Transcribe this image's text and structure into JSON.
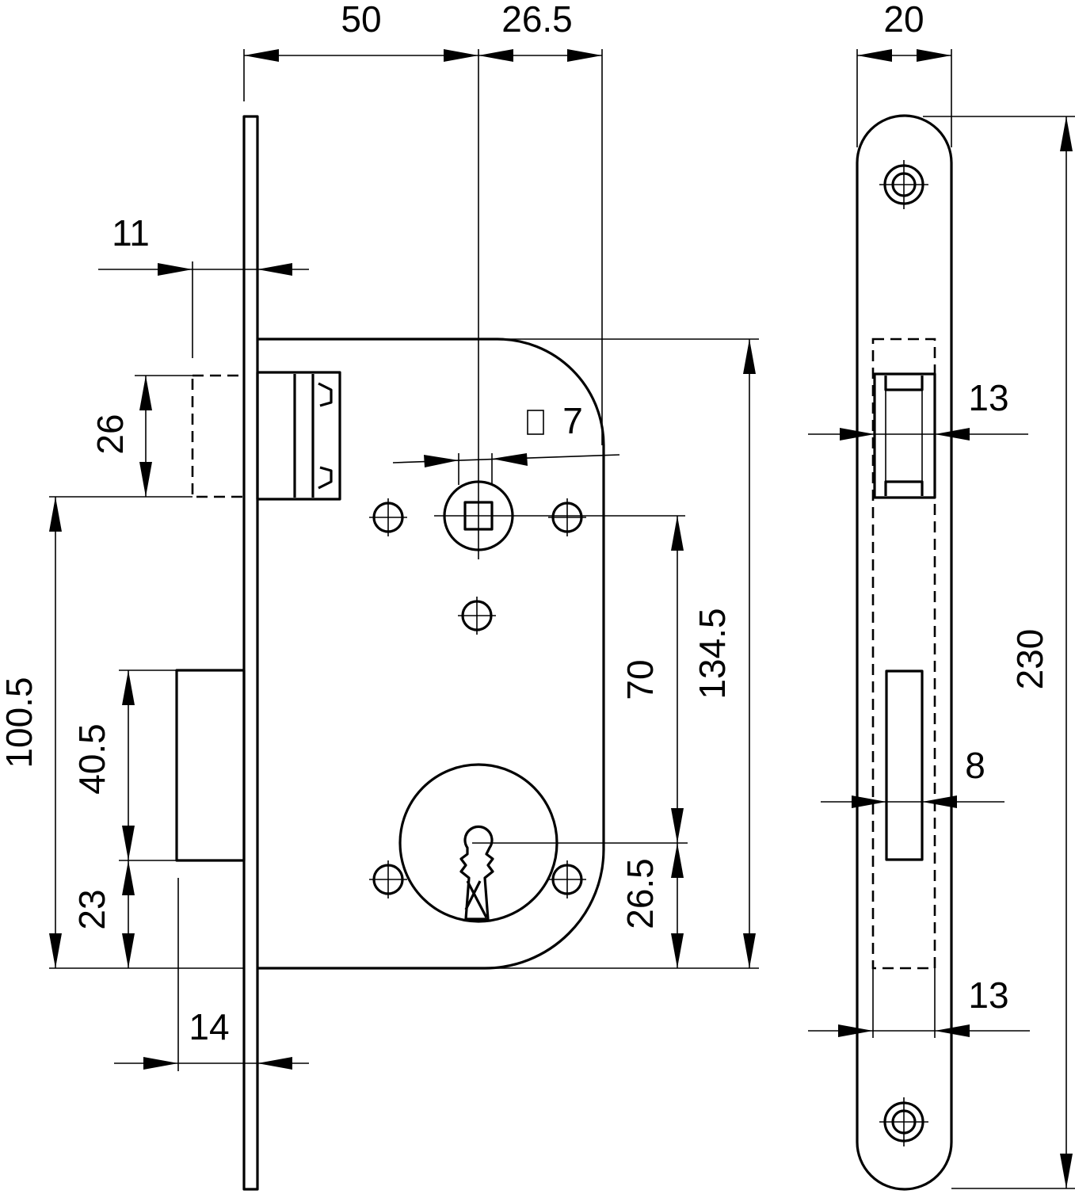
{
  "colors": {
    "line": "#000000",
    "background": "#ffffff"
  },
  "front_view": {
    "dimensions": {
      "backset": "50",
      "bolt_projection": "26.5",
      "faceplate_overhang_top": "11",
      "latch_height": "26",
      "spindle_square": "7",
      "hub_to_cylinder": "70",
      "case_height": "134.5",
      "latch_to_bottom": "100.5",
      "deadbolt_height": "40.5",
      "deadbolt_to_bottom": "23",
      "cylinder_to_bottom": "26.5",
      "deadbolt_throw": "14"
    }
  },
  "side_view": {
    "dimensions": {
      "faceplate_width": "20",
      "latch_slot_width": "13",
      "faceplate_length": "230",
      "bolt_slot_width": "8",
      "case_width": "13"
    }
  }
}
